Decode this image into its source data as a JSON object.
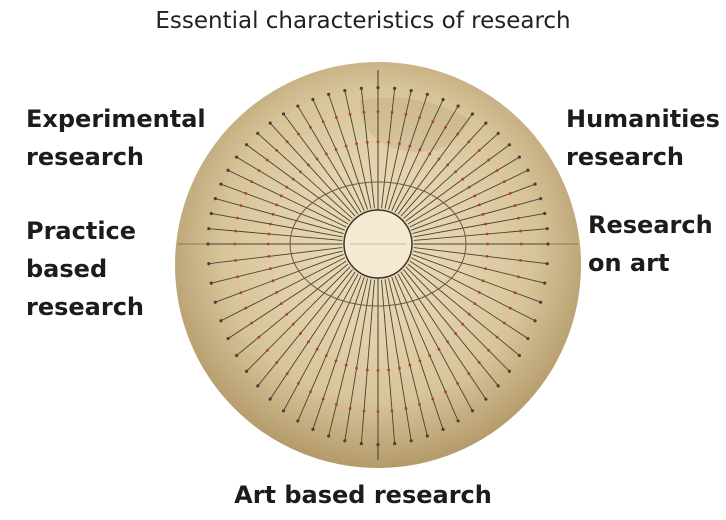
{
  "title": "Essential characteristics of research",
  "labels": {
    "experimental": "Experimental\nresearch",
    "humanities": "Humanities\nresearch",
    "practice": "Practice\nbased\nresearch",
    "on_art": "Research\non art",
    "art_based": "Art based research"
  },
  "colors": {
    "disc_center": "#efe2bf",
    "disc_edge": "#b39a6a",
    "ink": "#4a4038",
    "red_ink": "#a8432a"
  }
}
